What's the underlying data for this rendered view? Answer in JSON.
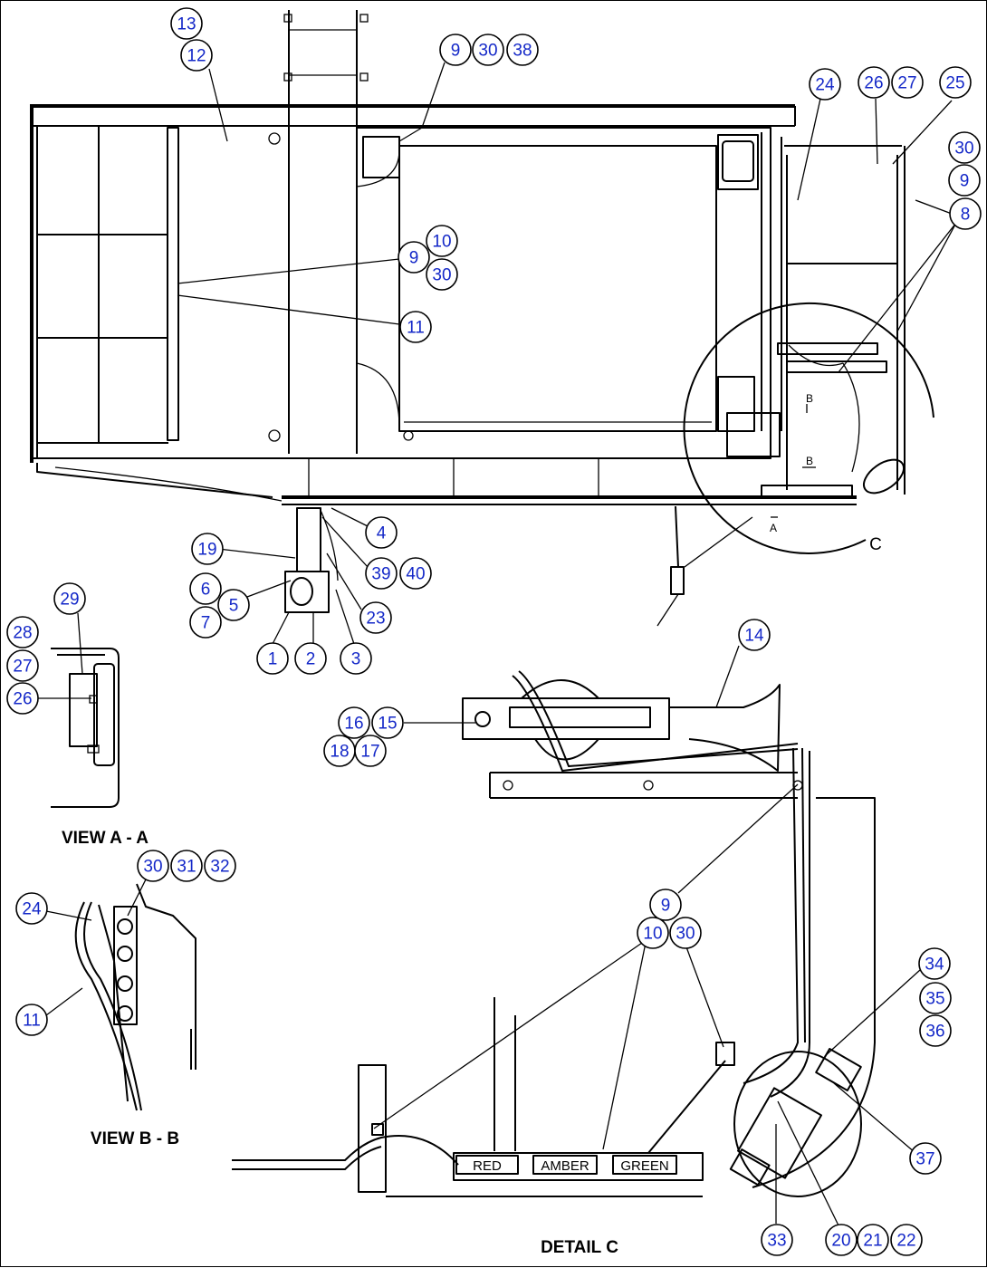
{
  "view_labels": {
    "view_aa": "VIEW A - A",
    "view_bb": "VIEW B - B",
    "detail_c": "DETAIL C",
    "detail_c_marker": "C"
  },
  "section_marks": {
    "a": "A",
    "b": "B"
  },
  "lamp_labels": {
    "red": "RED",
    "amber": "AMBER",
    "green": "GREEN"
  },
  "callouts": [
    {
      "id": "c-13",
      "label": "13"
    },
    {
      "id": "c-12",
      "label": "12"
    },
    {
      "id": "c-9a",
      "label": "9"
    },
    {
      "id": "c-30a",
      "label": "30"
    },
    {
      "id": "c-38",
      "label": "38"
    },
    {
      "id": "c-24a",
      "label": "24"
    },
    {
      "id": "c-26a",
      "label": "26"
    },
    {
      "id": "c-27a",
      "label": "27"
    },
    {
      "id": "c-25",
      "label": "25"
    },
    {
      "id": "c-30b",
      "label": "30"
    },
    {
      "id": "c-9b",
      "label": "9"
    },
    {
      "id": "c-8",
      "label": "8"
    },
    {
      "id": "c-10a",
      "label": "10"
    },
    {
      "id": "c-9c",
      "label": "9"
    },
    {
      "id": "c-30c",
      "label": "30"
    },
    {
      "id": "c-11a",
      "label": "11"
    },
    {
      "id": "c-4",
      "label": "4"
    },
    {
      "id": "c-19",
      "label": "19"
    },
    {
      "id": "c-39",
      "label": "39"
    },
    {
      "id": "c-40",
      "label": "40"
    },
    {
      "id": "c-6",
      "label": "6"
    },
    {
      "id": "c-5",
      "label": "5"
    },
    {
      "id": "c-7",
      "label": "7"
    },
    {
      "id": "c-23",
      "label": "23"
    },
    {
      "id": "c-1",
      "label": "1"
    },
    {
      "id": "c-2",
      "label": "2"
    },
    {
      "id": "c-3",
      "label": "3"
    },
    {
      "id": "c-29",
      "label": "29"
    },
    {
      "id": "c-28",
      "label": "28"
    },
    {
      "id": "c-27b",
      "label": "27"
    },
    {
      "id": "c-26b",
      "label": "26"
    },
    {
      "id": "c-14",
      "label": "14"
    },
    {
      "id": "c-16",
      "label": "16"
    },
    {
      "id": "c-15",
      "label": "15"
    },
    {
      "id": "c-18",
      "label": "18"
    },
    {
      "id": "c-17",
      "label": "17"
    },
    {
      "id": "c-30d",
      "label": "30"
    },
    {
      "id": "c-31",
      "label": "31"
    },
    {
      "id": "c-32",
      "label": "32"
    },
    {
      "id": "c-24b",
      "label": "24"
    },
    {
      "id": "c-11b",
      "label": "11"
    },
    {
      "id": "c-9d",
      "label": "9"
    },
    {
      "id": "c-10b",
      "label": "10"
    },
    {
      "id": "c-30e",
      "label": "30"
    },
    {
      "id": "c-34",
      "label": "34"
    },
    {
      "id": "c-35",
      "label": "35"
    },
    {
      "id": "c-36",
      "label": "36"
    },
    {
      "id": "c-37",
      "label": "37"
    },
    {
      "id": "c-33",
      "label": "33"
    },
    {
      "id": "c-20",
      "label": "20"
    },
    {
      "id": "c-21",
      "label": "21"
    },
    {
      "id": "c-22",
      "label": "22"
    }
  ]
}
